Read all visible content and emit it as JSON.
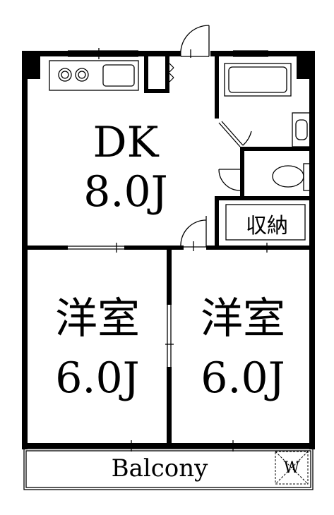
{
  "rooms": {
    "dk": {
      "name": "DK",
      "size": "8.0J"
    },
    "room1": {
      "name": "洋室",
      "size": "6.0J"
    },
    "room2": {
      "name": "洋室",
      "size": "6.0J"
    },
    "storage": {
      "name": "収納"
    },
    "balcony": {
      "name": "Balcony"
    },
    "washer": {
      "name": "W"
    }
  }
}
